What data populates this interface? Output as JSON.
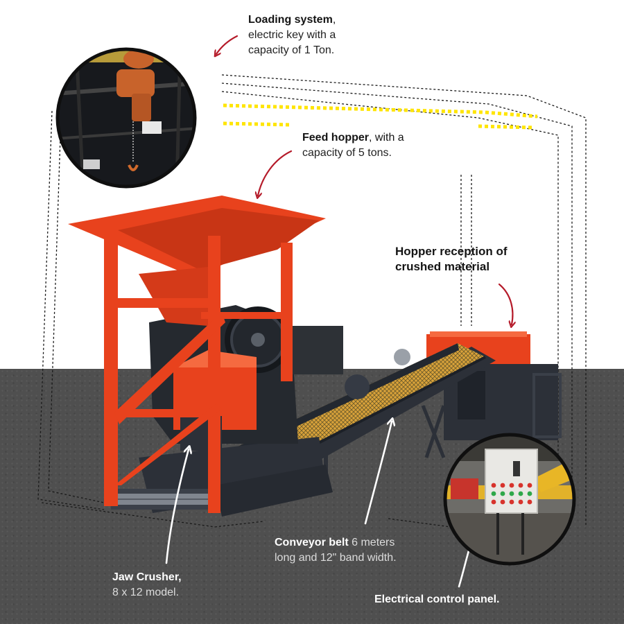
{
  "labels": {
    "loading": {
      "title": "Loading system",
      "sep": ",",
      "line1": "electric key with a",
      "line2": "capacity of 1 Ton."
    },
    "feed": {
      "title": "Feed hopper",
      "rest1": ", with a",
      "line2": "capacity of 5 tons."
    },
    "reception": {
      "line1": "Hopper reception of",
      "line2": "crushed material"
    },
    "jaw": {
      "title": "Jaw Crusher,",
      "sub": "8 x 12 model."
    },
    "conveyor": {
      "title": "Conveyor belt",
      "rest1": " 6 meters",
      "line2": "long and 12\" band width."
    },
    "panel": {
      "title": "Electrical control panel."
    }
  },
  "colors": {
    "machine_orange": "#e8421d",
    "frame_dark": "#2c3038",
    "arrow_red": "#b51b2a",
    "dotted_yellow": "#ffe500",
    "floor": "#4f4f4f"
  },
  "icons": {
    "hoist_photo": "chain-hoist-photo",
    "panel_photo": "control-panel-photo"
  }
}
